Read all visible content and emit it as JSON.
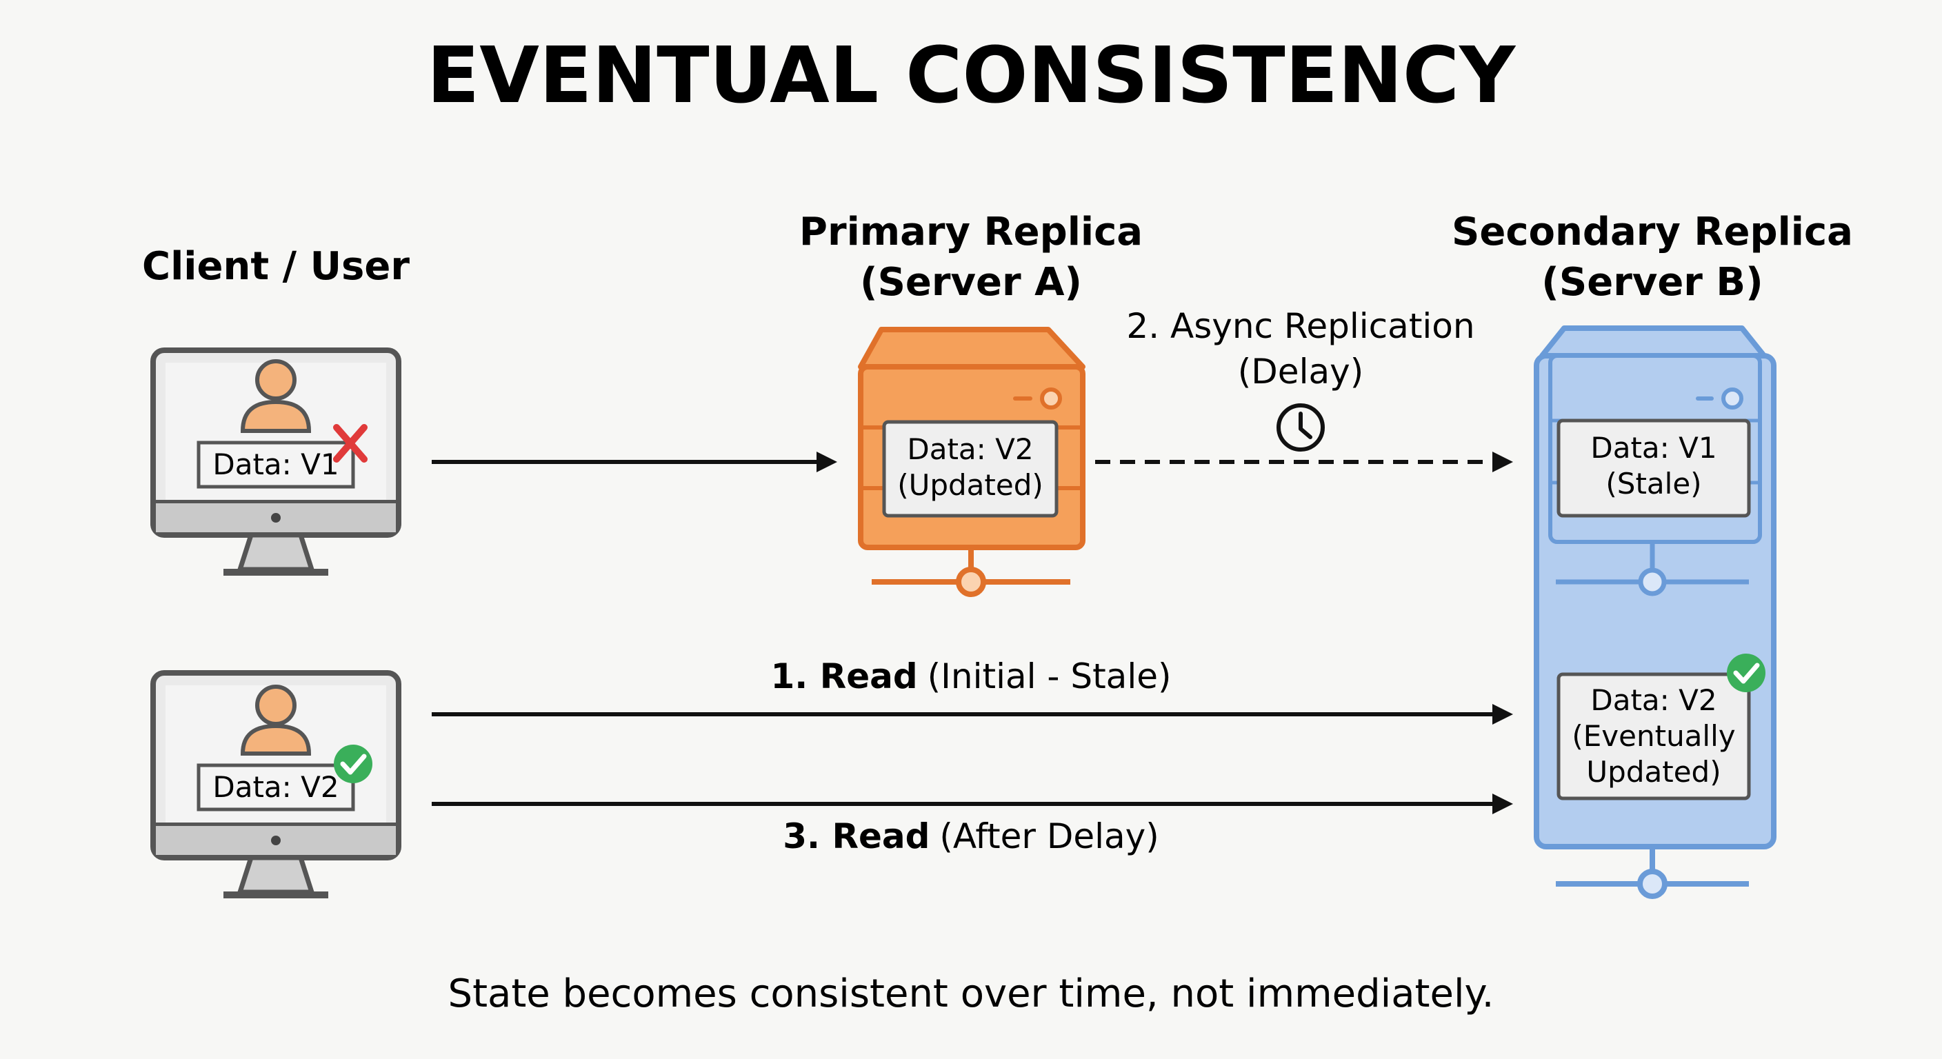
{
  "title": "EVENTUAL CONSISTENCY",
  "client": {
    "heading": "Client / User",
    "top_monitor": {
      "data_label": "Data: V1",
      "status_icon": "red-x-icon"
    },
    "bottom_monitor": {
      "data_label": "Data: V2",
      "status_icon": "green-check-icon"
    }
  },
  "primary": {
    "heading_line1": "Primary Replica",
    "heading_line2": "(Server A)",
    "data_line1": "Data: V2",
    "data_line2": "(Updated)",
    "color": "#f0883e"
  },
  "secondary": {
    "heading_line1": "Secondary Replica",
    "heading_line2": "(Server B)",
    "top_data_line1": "Data: V1",
    "top_data_line2": "(Stale)",
    "bottom_data_line1": "Data: V2",
    "bottom_data_line2": "(Eventually",
    "bottom_data_line3": "Updated)",
    "color": "#6a9bd8"
  },
  "replication": {
    "line1": "2. Async Replication",
    "line2": "(Delay)",
    "icon": "clock-icon"
  },
  "read1": {
    "bold": "1. Read",
    "rest": "(Initial - Stale)"
  },
  "read3": {
    "bold": "3. Read",
    "rest": "(After Delay)"
  },
  "footer": "State becomes consistent over time, not immediately."
}
